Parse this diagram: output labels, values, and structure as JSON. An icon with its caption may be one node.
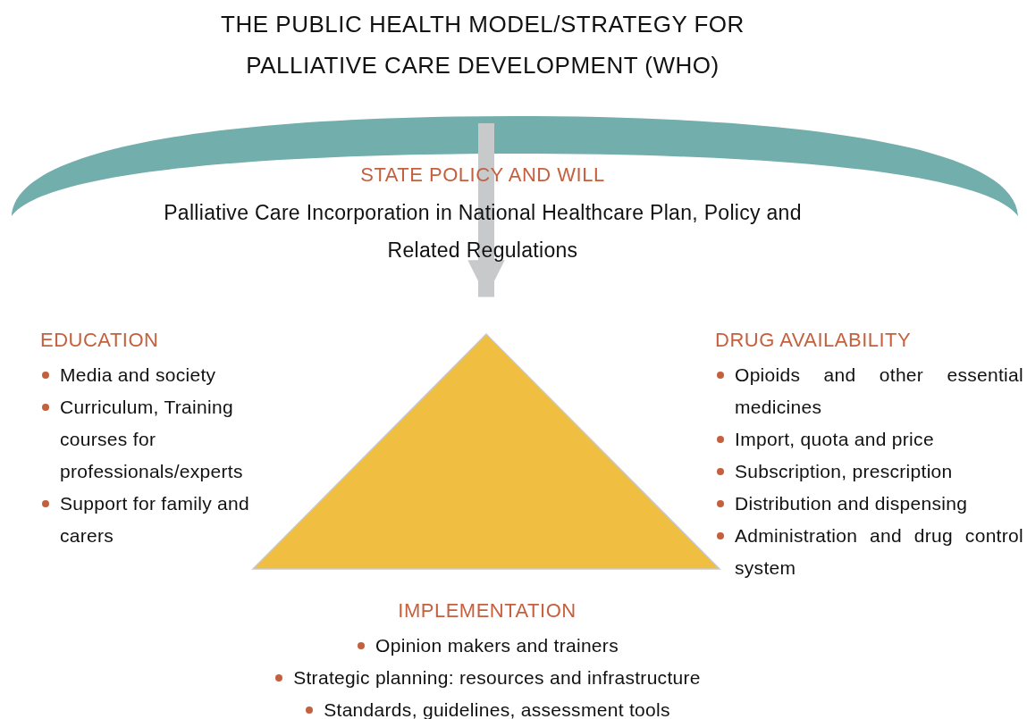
{
  "diagram": {
    "title": "THE PUBLIC HEALTH MODEL/STRATEGY FOR PALLIATIVE CARE DEVELOPMENT (WHO)",
    "nodes": [
      {
        "text": [],
        "shape": "band"
      },
      {
        "text": [],
        "shape": "triangle"
      }
    ],
    "edges": [
      {
        "from": 0,
        "to": 1,
        "arrow": "to",
        "color": "#c8c9cb"
      }
    ],
    "labels": [
      "STATE POLICY AND WILL",
      "Palliative Care Incorporation in National Healthcare Plan, Policy and Related Regulations",
      "EDUCATION",
      "Media and society",
      "Curriculum, Training courses for professionals/experts",
      "Support for family and carers",
      "DRUG AVAILABILITY",
      "Opioids and other essential medicines",
      "Import, quota and price",
      "Subscription, prescription",
      "Distribution and dispensing",
      "Administration and drug control system",
      "IMPLEMENTATION",
      "Opinion makers and trainers",
      "Strategic planning: resources and infrastructure",
      "Standards, guidelines, assessment tools"
    ]
  }
}
